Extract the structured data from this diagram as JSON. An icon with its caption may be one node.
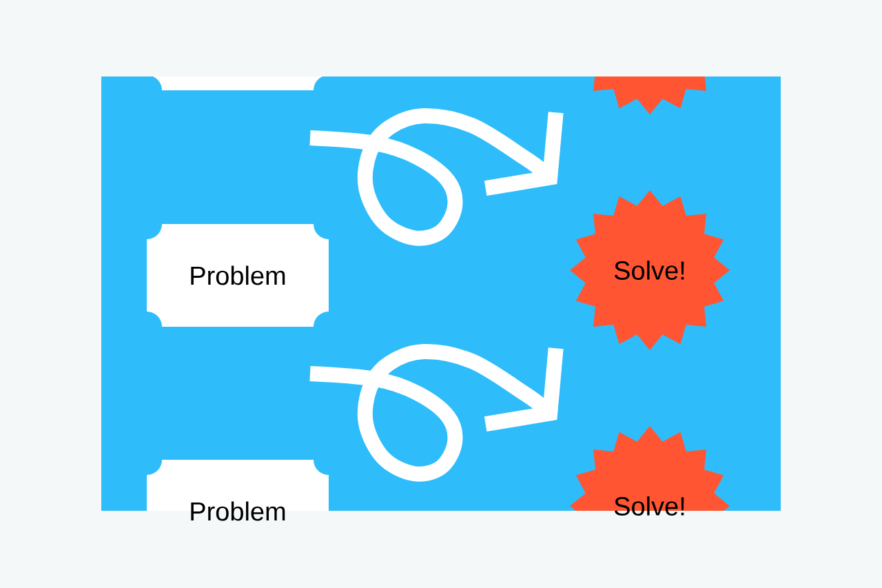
{
  "diagram": {
    "nodes": [
      {
        "text": [],
        "shape": "box"
      },
      {
        "text": [],
        "shape": "star"
      },
      {
        "text": [
          "Problem"
        ]
      },
      {
        "text": [
          "Solve!"
        ]
      },
      {
        "text": [
          "Problem"
        ]
      },
      {
        "text": [
          "Solve!"
        ]
      }
    ],
    "edges": [
      {
        "from": null,
        "to": 3,
        "arrow": "to"
      },
      {
        "from": null,
        "to": 5,
        "arrow": "to"
      }
    ]
  }
}
